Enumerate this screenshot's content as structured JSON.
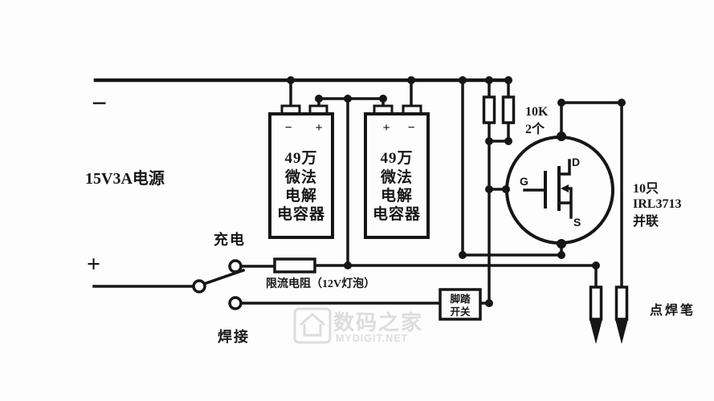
{
  "labels": {
    "power": "15V3A电源",
    "minus": "−",
    "plus": "+",
    "charge_mode": "充电",
    "weld_mode": "焊接",
    "current_limit": "限流电阻（12V灯泡）",
    "resistors": [
      "10K",
      "2个"
    ],
    "mosfet_note": [
      "10只",
      "IRL3713",
      "并联"
    ],
    "mosfet_pins": {
      "g": "G",
      "d": "D",
      "s": "S"
    },
    "foot_switch": [
      "脚踏",
      "开关"
    ],
    "pen": "点焊笔"
  },
  "capacitors": {
    "lines": [
      "49万",
      "微法",
      "电解",
      "电容器"
    ],
    "left": {
      "polarity_left": "−",
      "polarity_right": "+"
    },
    "right": {
      "polarity_left": "+",
      "polarity_right": "−"
    }
  },
  "watermark": {
    "cn": "数码之家",
    "en": "MYDIGIT.NET"
  },
  "colors": {
    "line": "#161616",
    "background": "#fdfdfd",
    "watermark": "#c4c4c4"
  }
}
